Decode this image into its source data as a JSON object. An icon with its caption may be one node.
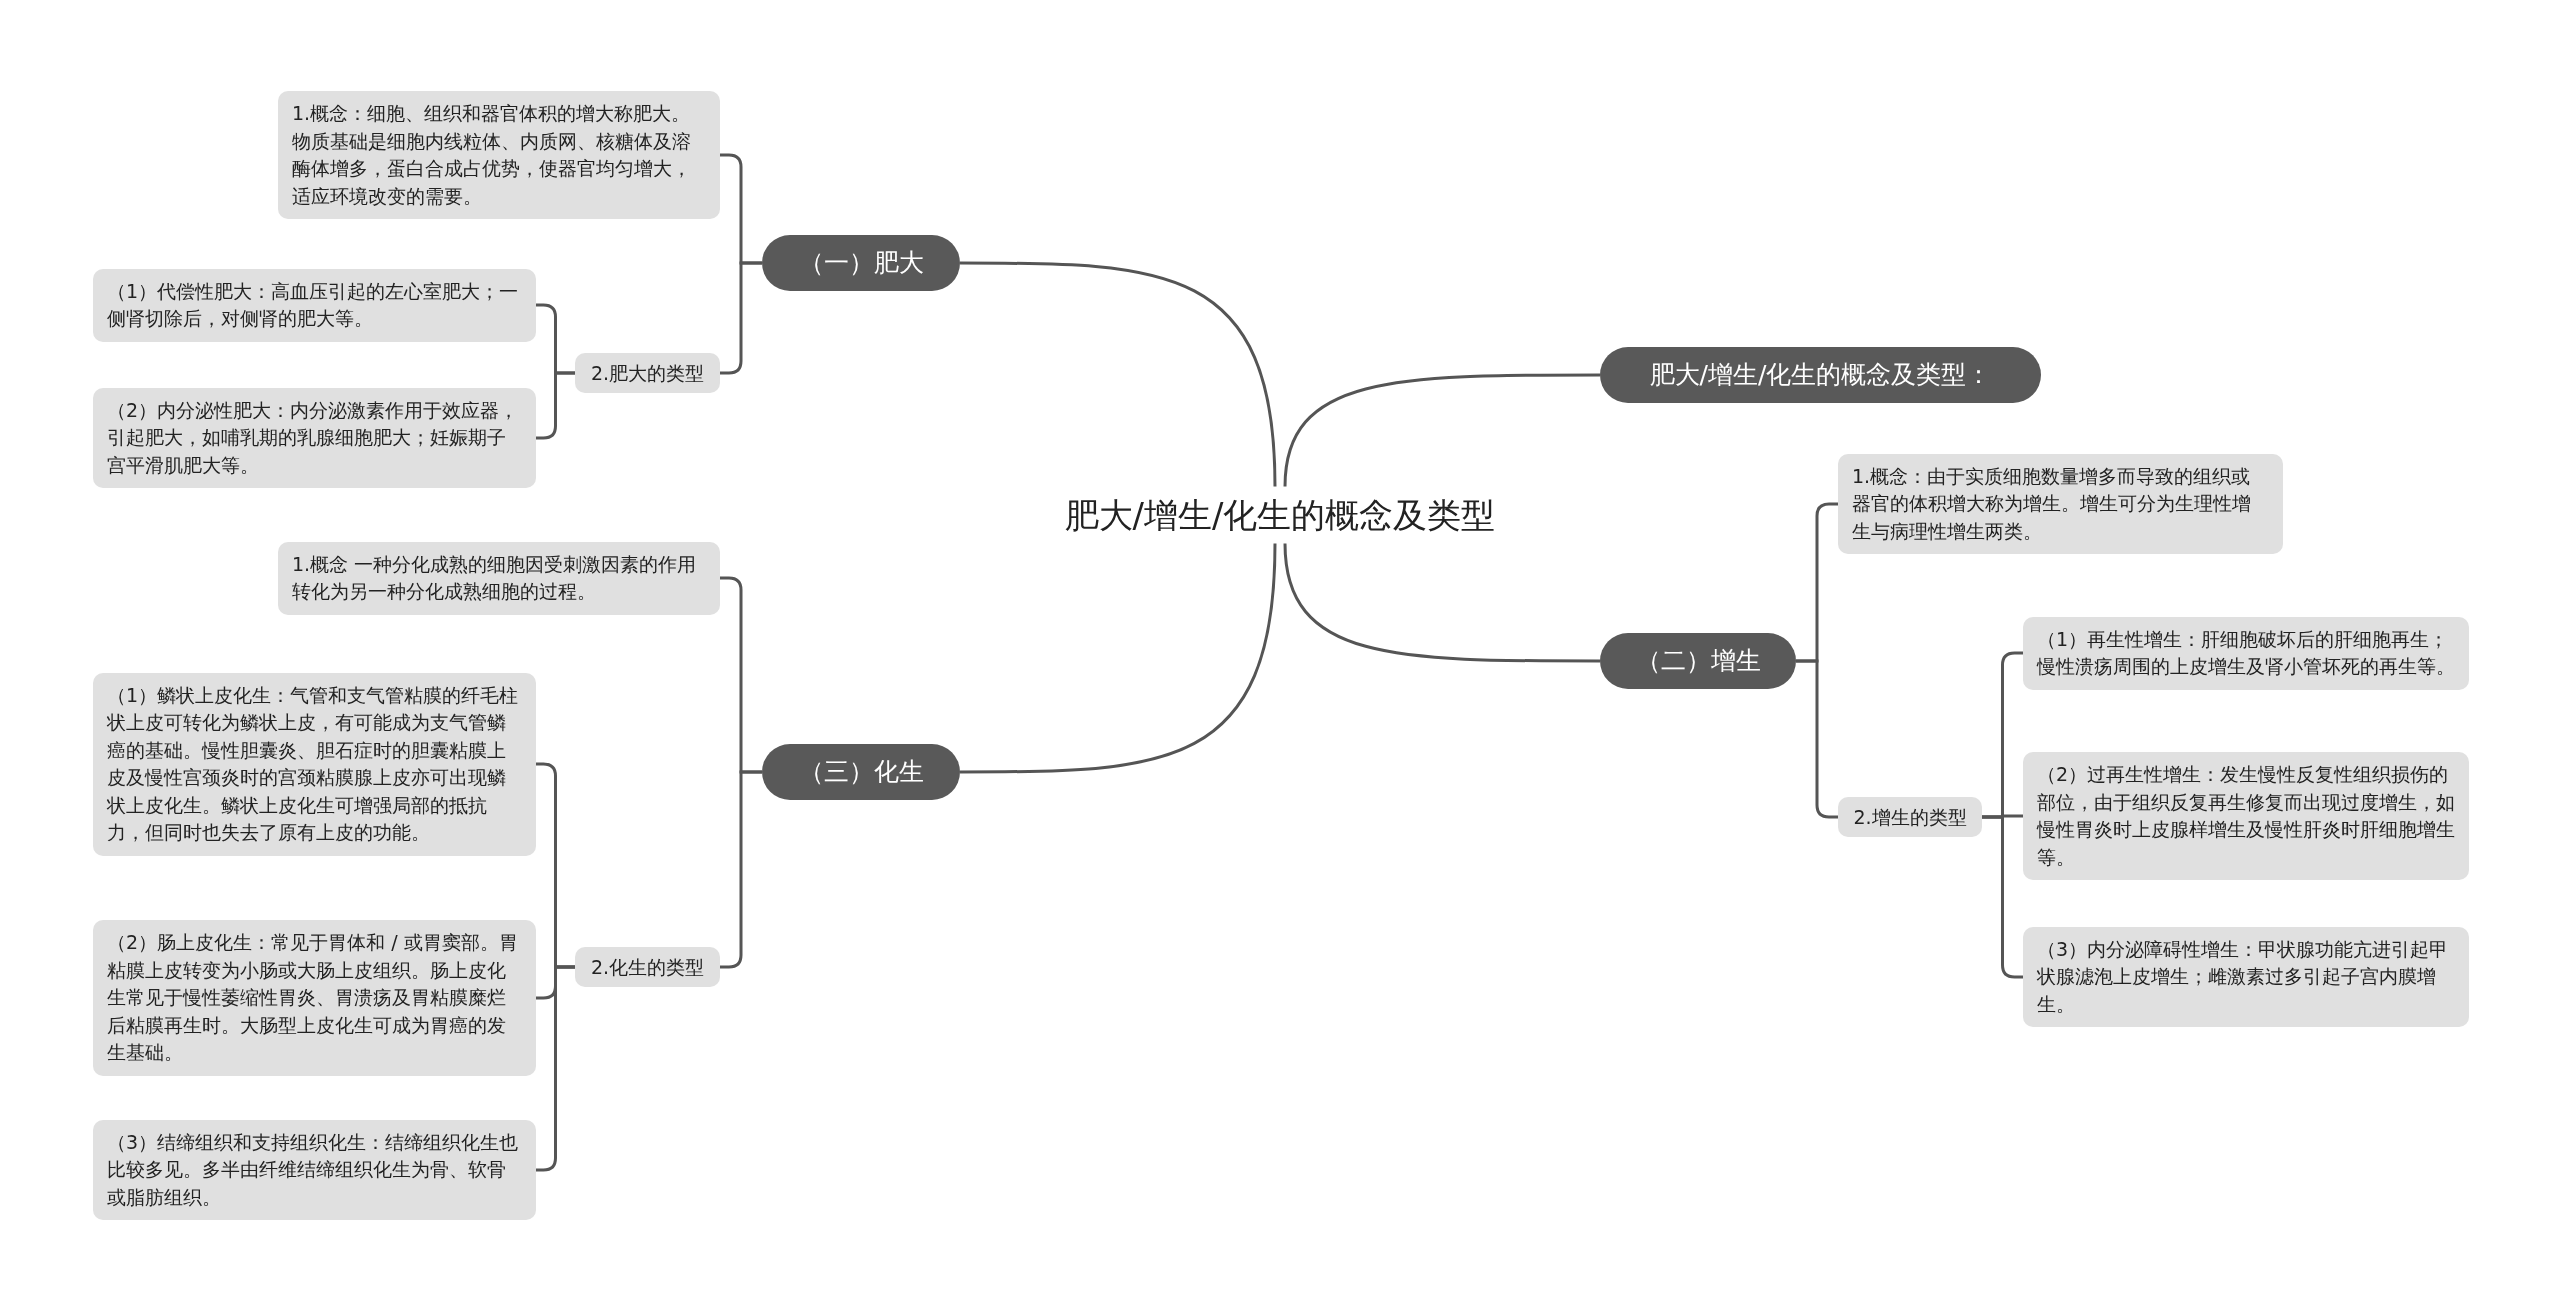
{
  "diagram": {
    "nodes": [
      {
        "text": [
          "肥大/增生/化生的概念及类型"
        ]
      },
      {
        "text": [
          "（一）肥大"
        ]
      },
      {
        "text": [
          "1.概念：细胞、组织和器官体积的增大称肥大。物质基础是细胞内线粒体、内质网、核糖体及溶酶体增多，蛋白合成占优势，使器官均匀增大，适应环境改变的需要。"
        ]
      },
      {
        "text": [
          "2.肥大的类型"
        ]
      },
      {
        "text": [
          "（1）代偿性肥大：高血压引起的左心室肥大；一侧肾切除后，对侧肾的肥大等。"
        ]
      },
      {
        "text": [
          "（2）内分泌性肥大：内分泌激素作用于效应器，引起肥大，如哺乳期的乳腺细胞肥大；妊娠期子宫平滑肌肥大等。"
        ]
      },
      {
        "text": [
          "（三）化生"
        ]
      },
      {
        "text": [
          "1.概念 一种分化成熟的细胞因受刺激因素的作用转化为另一种分化成熟细胞的过程。"
        ]
      },
      {
        "text": [
          "2.化生的类型"
        ]
      },
      {
        "text": [
          "（1）鳞状上皮化生：气管和支气管粘膜的纤毛柱状上皮可转化为鳞状上皮，有可能成为支气管鳞癌的基础。慢性胆囊炎、胆石症时的胆囊粘膜上皮及慢性宫颈炎时的宫颈粘膜腺上皮亦可出现鳞状上皮化生。鳞状上皮化生可增强局部的抵抗力，但同时也失去了原有上皮的功能。"
        ]
      },
      {
        "text": [
          "（2）肠上皮化生：常见于胃体和 / 或胃窦部。胃粘膜上皮转变为小肠或大肠上皮组织。肠上皮化生常见于慢性萎缩性胃炎、胃溃疡及胃粘膜糜烂后粘膜再生时。大肠型上皮化生可成为胃癌的发生基础。"
        ]
      },
      {
        "text": [
          "（3）结缔组织和支持组织化生：结缔组织化生也比较多见。多半由纤维结缔组织化生为骨、软骨或脂肪组织。"
        ]
      },
      {
        "text": [
          "肥大/增生/化生的概念及类型："
        ]
      },
      {
        "text": [
          "（二）增生"
        ]
      },
      {
        "text": [
          "1.概念：由于实质细胞数量增多而导致的组织或器官的体积增大称为增生。增生可分为生理性增生与病理性增生两类。"
        ]
      },
      {
        "text": [
          "2.增生的类型"
        ]
      },
      {
        "text": [
          "（1）再生性增生：肝细胞破坏后的肝细胞再生；慢性溃疡周围的上皮增生及肾小管坏死的再生等。"
        ]
      },
      {
        "text": [
          "（2）过再生性增生：发生慢性反复性组织损伤的部位，由于组织反复再生修复而出现过度增生，如慢性胃炎时上皮腺样增生及慢性肝炎时肝细胞增生等。"
        ]
      },
      {
        "text": [
          "（3）内分泌障碍性增生：甲状腺功能亢进引起甲状腺滤泡上皮增生；雌激素过多引起子宫内膜增生。"
        ]
      }
    ],
    "edges": [
      {
        "from": 0,
        "to": 1,
        "arrow": "none"
      },
      {
        "from": 1,
        "to": 2,
        "arrow": "none"
      },
      {
        "from": 1,
        "to": 3,
        "arrow": "none"
      },
      {
        "from": 3,
        "to": 4,
        "arrow": "none"
      },
      {
        "from": 3,
        "to": 5,
        "arrow": "none"
      },
      {
        "from": 0,
        "to": 6,
        "arrow": "none"
      },
      {
        "from": 6,
        "to": 7,
        "arrow": "none"
      },
      {
        "from": 6,
        "to": 8,
        "arrow": "none"
      },
      {
        "from": 8,
        "to": 9,
        "arrow": "none"
      },
      {
        "from": 8,
        "to": 10,
        "arrow": "none"
      },
      {
        "from": 8,
        "to": 11,
        "arrow": "none"
      },
      {
        "from": 0,
        "to": 12,
        "arrow": "none"
      },
      {
        "from": 0,
        "to": 13,
        "arrow": "none"
      },
      {
        "from": 13,
        "to": 14,
        "arrow": "none"
      },
      {
        "from": 13,
        "to": 15,
        "arrow": "none"
      },
      {
        "from": 15,
        "to": 16,
        "arrow": "none"
      },
      {
        "from": 15,
        "to": 17,
        "arrow": "none"
      },
      {
        "from": 15,
        "to": 18,
        "arrow": "none"
      }
    ]
  }
}
